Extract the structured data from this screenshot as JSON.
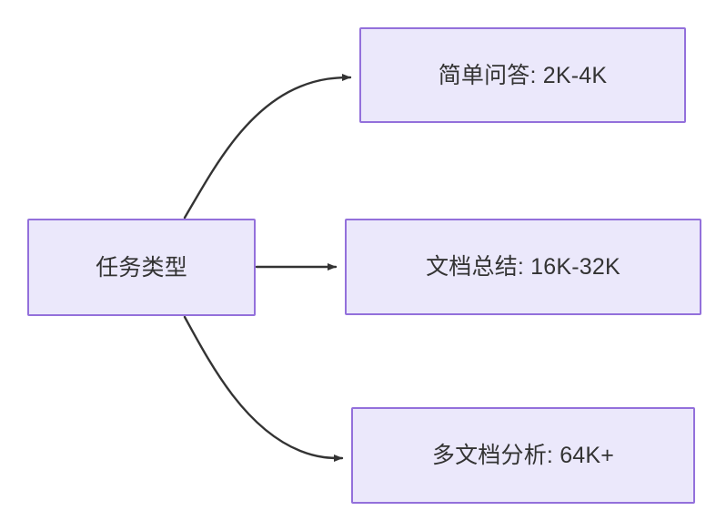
{
  "diagram": {
    "type": "flowchart",
    "direction": "left-to-right",
    "background_color": "#ffffff",
    "node_fill_color": "#ebe8fb",
    "node_border_color": "#9370db",
    "node_text_color": "#333333",
    "edge_color": "#333333",
    "source_node": {
      "label": "任务类型"
    },
    "target_nodes": [
      {
        "label": "简单问答: 2K-4K"
      },
      {
        "label": "文档总结: 16K-32K"
      },
      {
        "label": "多文档分析: 64K+"
      }
    ],
    "edges": [
      {
        "from": "任务类型",
        "to": "简单问答: 2K-4K",
        "style": "curved",
        "arrow": "triangle"
      },
      {
        "from": "任务类型",
        "to": "文档总结: 16K-32K",
        "style": "straight",
        "arrow": "triangle"
      },
      {
        "from": "任务类型",
        "to": "多文档分析: 64K+",
        "style": "curved",
        "arrow": "triangle"
      }
    ]
  }
}
